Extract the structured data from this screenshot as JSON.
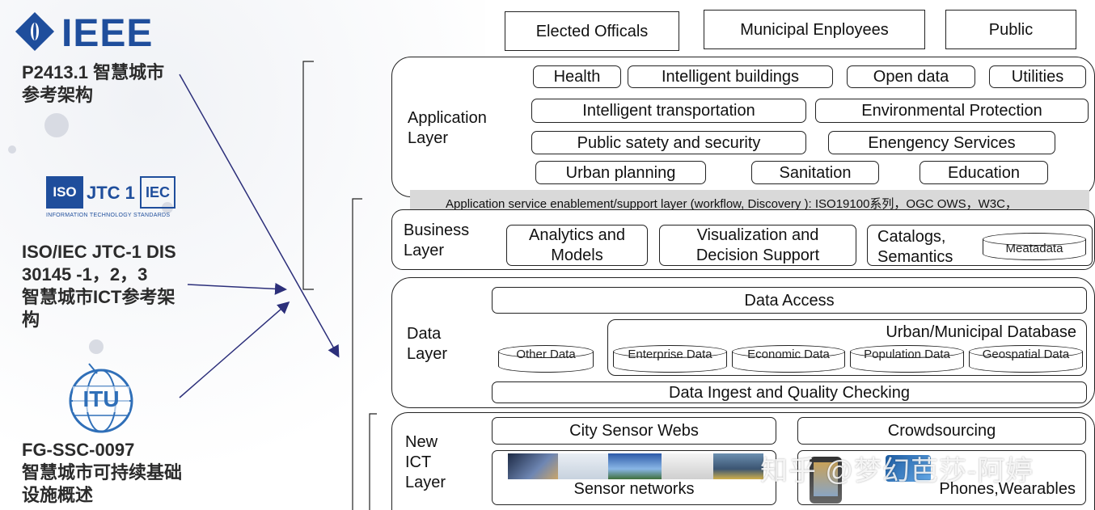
{
  "standards": {
    "ieee": {
      "logo": "IEEE",
      "line1": "P2413.1 智慧城市",
      "line2": "参考架构"
    },
    "iso": {
      "logo_iso": "ISO",
      "logo_jtc": "JTC 1",
      "logo_iec": "IEC",
      "logo_caption": "INFORMATION TECHNOLOGY STANDARDS",
      "line1": "ISO/IEC JTC-1  DIS",
      "line2": "30145 -1，2，3",
      "line3": "智慧城市ICT参考架",
      "line4": "构"
    },
    "itu": {
      "logo": "ITU",
      "line1": "FG-SSC-0097",
      "line2": "智慧城市可持续基础",
      "line3": "设施概述"
    }
  },
  "stakeholders": [
    "Elected Officals",
    "Municipal Enployees",
    "Public"
  ],
  "application_layer": {
    "label_line1": "Application",
    "label_line2": "Layer",
    "row1": [
      "Health",
      "Intelligent buildings",
      "Open data",
      "Utilities"
    ],
    "row2": [
      "Intelligent transportation",
      "Environmental Protection"
    ],
    "row3": [
      "Public satety and security",
      "Enengency Services"
    ],
    "row4": [
      "Urban planning",
      "Sanitation",
      "Education"
    ]
  },
  "support_banner": "Application service enablement/support layer (workflow, Discovery ): ISO19100系列，OGC OWS，W3C，",
  "business_layer": {
    "label_line1": "Business",
    "label_line2": "Layer",
    "analytics_line1": "Analytics and",
    "analytics_line2": "Models",
    "viz_line1": "Visualization and",
    "viz_line2": "Decision Support",
    "catalog_line1": "Catalogs,",
    "catalog_line2": "Semantics",
    "metadata": "Meatadata"
  },
  "data_layer": {
    "label_line1": "Data",
    "label_line2": "Layer",
    "data_access": "Data Access",
    "municipal_db": "Urban/Municipal Database",
    "other_data": "Other Data",
    "databases": [
      "Enterprise Data",
      "Economic Data",
      "Population Data",
      "Geospatial Data"
    ],
    "ingest": "Data Ingest and Quality Checking"
  },
  "ict_layer": {
    "label_line1": "New",
    "label_line2": "ICT",
    "label_line3": "Layer",
    "sensor_webs": "City Sensor Webs",
    "crowdsourcing": "Crowdsourcing",
    "sensor_networks": "Sensor networks",
    "phones": "Phones,Wearables"
  },
  "watermark": "知乎 @梦幻芭莎-阿婷",
  "colors": {
    "arrow": "#2c2f7a",
    "ieee_blue": "#1f4e9c",
    "itu_blue": "#2f6fb8",
    "banner_gray": "#d9d9d9"
  }
}
